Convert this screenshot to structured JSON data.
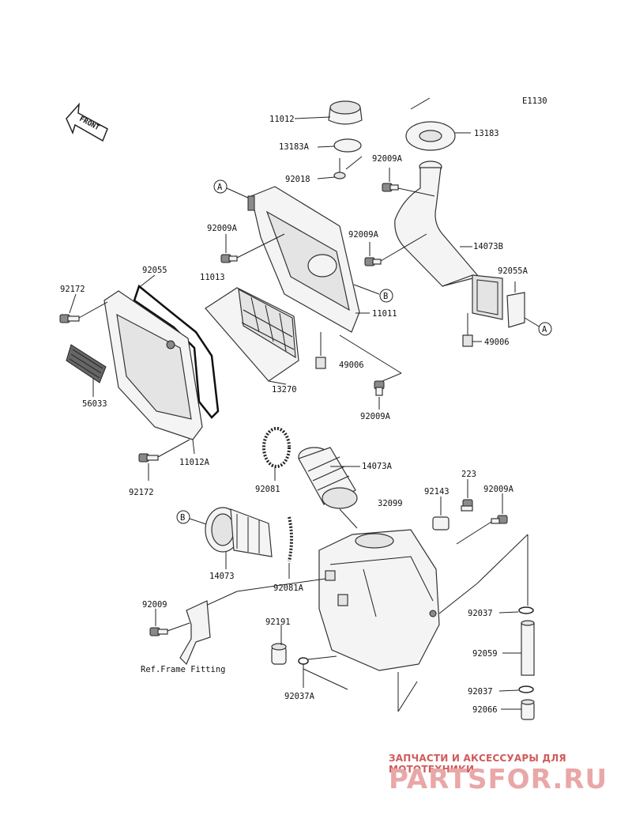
{
  "diagram_code": "E1130",
  "front_label": "FRONT",
  "part_labels": {
    "p11012": "11012",
    "p13183A": "13183A",
    "p92018": "92018",
    "p13183": "13183",
    "p92009A_1": "92009A",
    "p92009A_2": "92009A",
    "p92009A_3": "92009A",
    "p14073B": "14073B",
    "p92055A": "92055A",
    "p11013": "11013",
    "p92055": "92055",
    "p92172_1": "92172",
    "p11011": "11011",
    "p49006_1": "49006",
    "p49006_2": "49006",
    "p92009A_4": "92009A",
    "p13270": "13270",
    "p56033": "56033",
    "p11012A": "11012A",
    "p92172_2": "92172",
    "p92081": "92081",
    "p14073A": "14073A",
    "p223": "223",
    "p92143": "92143",
    "p92009A_5": "92009A",
    "p32099": "32099",
    "p14073": "14073",
    "p92081A": "92081A",
    "p92009": "92009",
    "p92191": "92191",
    "p92037_1": "92037",
    "p92059": "92059",
    "p92037_2": "92037",
    "p92066": "92066",
    "p92037A": "92037A",
    "ref_frame": "Ref.Frame Fitting"
  },
  "callouts": {
    "A1": "A",
    "A2": "A",
    "B1": "B",
    "B2": "B"
  },
  "watermark": {
    "top": "ЗАПЧАСТИ И АКСЕССУАРЫ ДЛЯ МОТОТЕХНИКИ",
    "main": "PARTSFOR.RU",
    "color": "#e9a7a7"
  }
}
